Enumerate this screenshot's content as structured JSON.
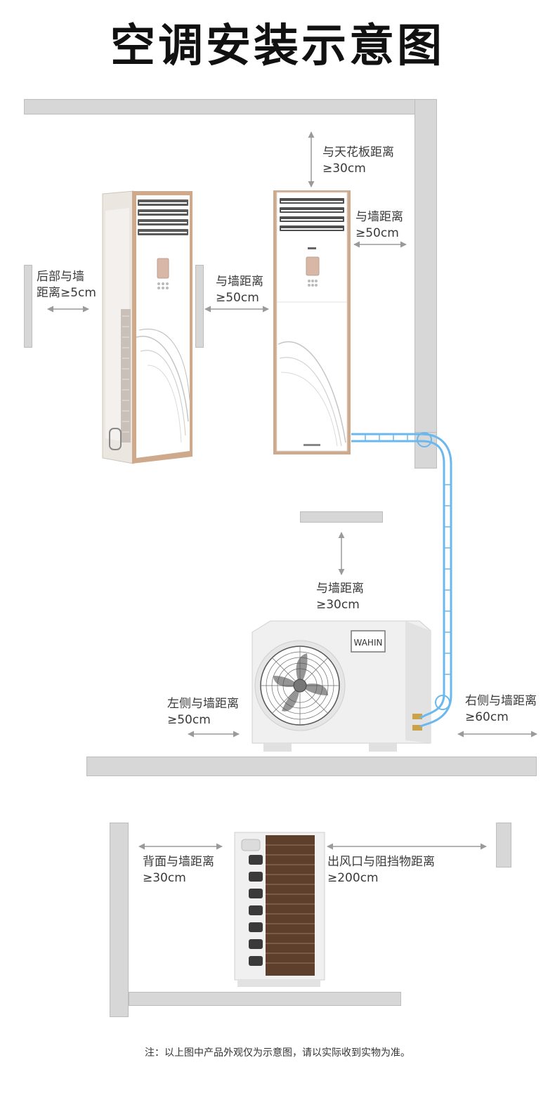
{
  "title": "空调安装示意图",
  "labels": {
    "ceiling": [
      "与天花板距离",
      "≥30cm"
    ],
    "right_wall_top": [
      "与墙距离",
      "≥50cm"
    ],
    "back_wall": [
      "后部与墙",
      "距离≥5cm"
    ],
    "between_units": [
      "与墙距离",
      "≥50cm"
    ],
    "outdoor_top": [
      "与墙距离",
      "≥30cm"
    ],
    "outdoor_left": [
      "左侧与墙距离",
      "≥50cm"
    ],
    "outdoor_right": [
      "右侧与墙距离",
      "≥60cm"
    ],
    "side_back": [
      "背面与墙距离",
      "≥30cm"
    ],
    "side_outlet": [
      "出风口与阻挡物距离",
      "≥200cm"
    ]
  },
  "brand": "WAHIN",
  "note": "注：以上图中产品外观仅为示意图，请以实际收到实物为准。",
  "colors": {
    "wall": "#d7d7d7",
    "arrow": "#9a9a9a",
    "pipe": "#6ab8ee",
    "gold_trim": "#cfa98c"
  }
}
